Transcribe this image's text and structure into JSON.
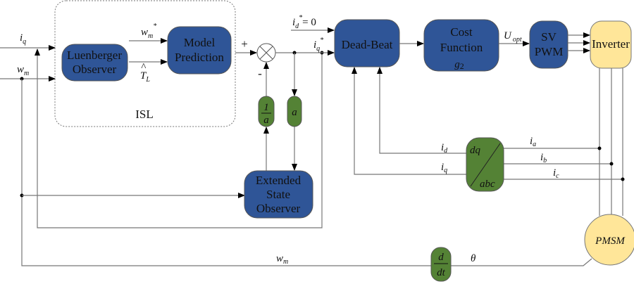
{
  "blocks": {
    "isl": "ISL",
    "luenberger": [
      "Luenberger",
      "Observer"
    ],
    "model_prediction": [
      "Model",
      "Prediction"
    ],
    "eso": [
      "Extended",
      "State",
      "Observer"
    ],
    "dead_beat": "Dead-Beat",
    "cost_function": [
      "Cost",
      "Function",
      "g",
      "2"
    ],
    "svpwm": [
      "SV",
      "PWM"
    ],
    "inverter": "Inverter",
    "pmsm": "PMSM",
    "inv_gain": [
      "1",
      "a"
    ],
    "gain": "a",
    "transform": [
      "dq",
      "abc"
    ],
    "derivative": [
      "d",
      "dt"
    ]
  },
  "signals": {
    "iq_in": [
      "i",
      "q"
    ],
    "wm_in": [
      "w",
      "m"
    ],
    "wm_ref": [
      "w",
      "m",
      "*"
    ],
    "tl_hat": [
      "T",
      "L",
      "^"
    ],
    "plus": "+",
    "minus": "-",
    "id_ref": [
      "i",
      "d",
      "*",
      "= 0"
    ],
    "iq_ref": [
      "i",
      "q",
      "*"
    ],
    "u_opt": [
      "U",
      "opt"
    ],
    "id": [
      "i",
      "d"
    ],
    "iq": [
      "i",
      "q"
    ],
    "ia": [
      "i",
      "a"
    ],
    "ib": [
      "i",
      "b"
    ],
    "ic": [
      "i",
      "c"
    ],
    "wm_bottom": [
      "w",
      "m"
    ],
    "theta": "θ"
  },
  "colors": {
    "blue": "#2F5597",
    "green": "#548235",
    "yellow": "#FFE699"
  }
}
